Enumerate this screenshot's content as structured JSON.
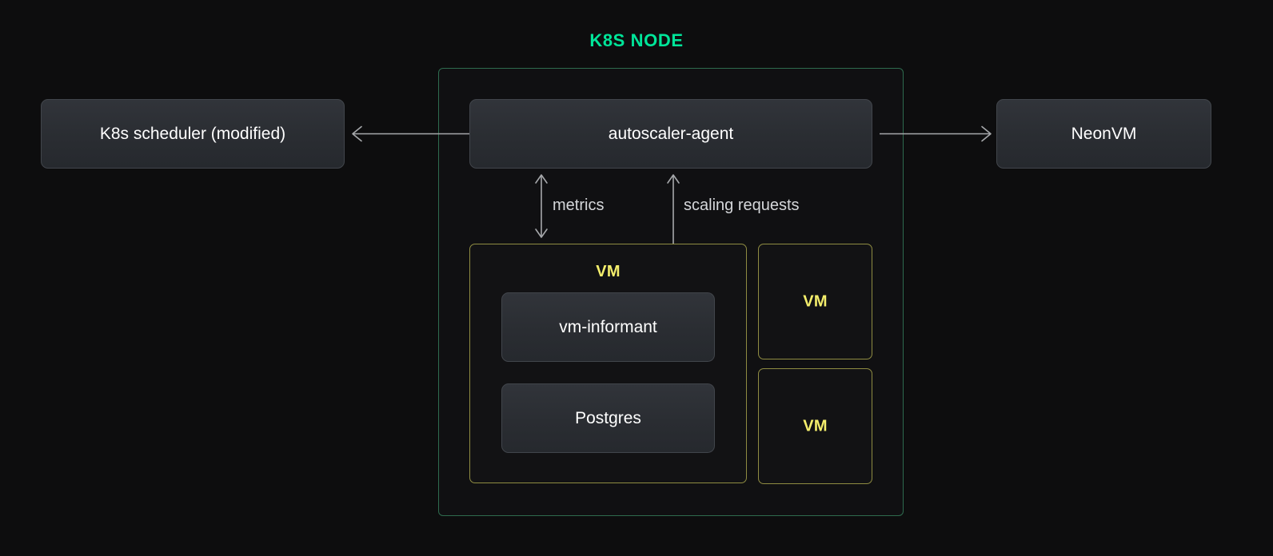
{
  "diagram": {
    "title": "K8S NODE",
    "title_color": "#00e599",
    "background_color": "#0d0d0e",
    "node_border_color": "#2e6b4e",
    "vm_border_color": "#8f8c42",
    "vm_label_color": "#f4ee6c",
    "box_fill_color": "#2a2d32",
    "box_border_color": "#41454b",
    "box_text_color": "#ffffff",
    "edge_color": "#a6a8ab",
    "edge_label_color": "#d5d7da"
  },
  "external": {
    "scheduler": {
      "label": "K8s scheduler (modified)"
    },
    "neonvm": {
      "label": "NeonVM"
    }
  },
  "node": {
    "agent": {
      "label": "autoscaler-agent"
    },
    "vms": [
      {
        "label": "VM",
        "components": [
          {
            "label": "vm-informant"
          },
          {
            "label": "Postgres"
          }
        ]
      },
      {
        "label": "VM",
        "components": []
      },
      {
        "label": "VM",
        "components": []
      }
    ]
  },
  "edges": [
    {
      "from": "autoscaler-agent",
      "to": "K8s scheduler (modified)",
      "label": "",
      "direction": "left",
      "arrowheads": 1
    },
    {
      "from": "autoscaler-agent",
      "to": "NeonVM",
      "label": "",
      "direction": "right",
      "arrowheads": 1
    },
    {
      "from": "autoscaler-agent",
      "to": "vm-informant",
      "label": "metrics",
      "direction": "both",
      "arrowheads": 2
    },
    {
      "from": "autoscaler-agent",
      "to": "VM",
      "label": "scaling requests",
      "direction": "both",
      "arrowheads": 2
    }
  ]
}
